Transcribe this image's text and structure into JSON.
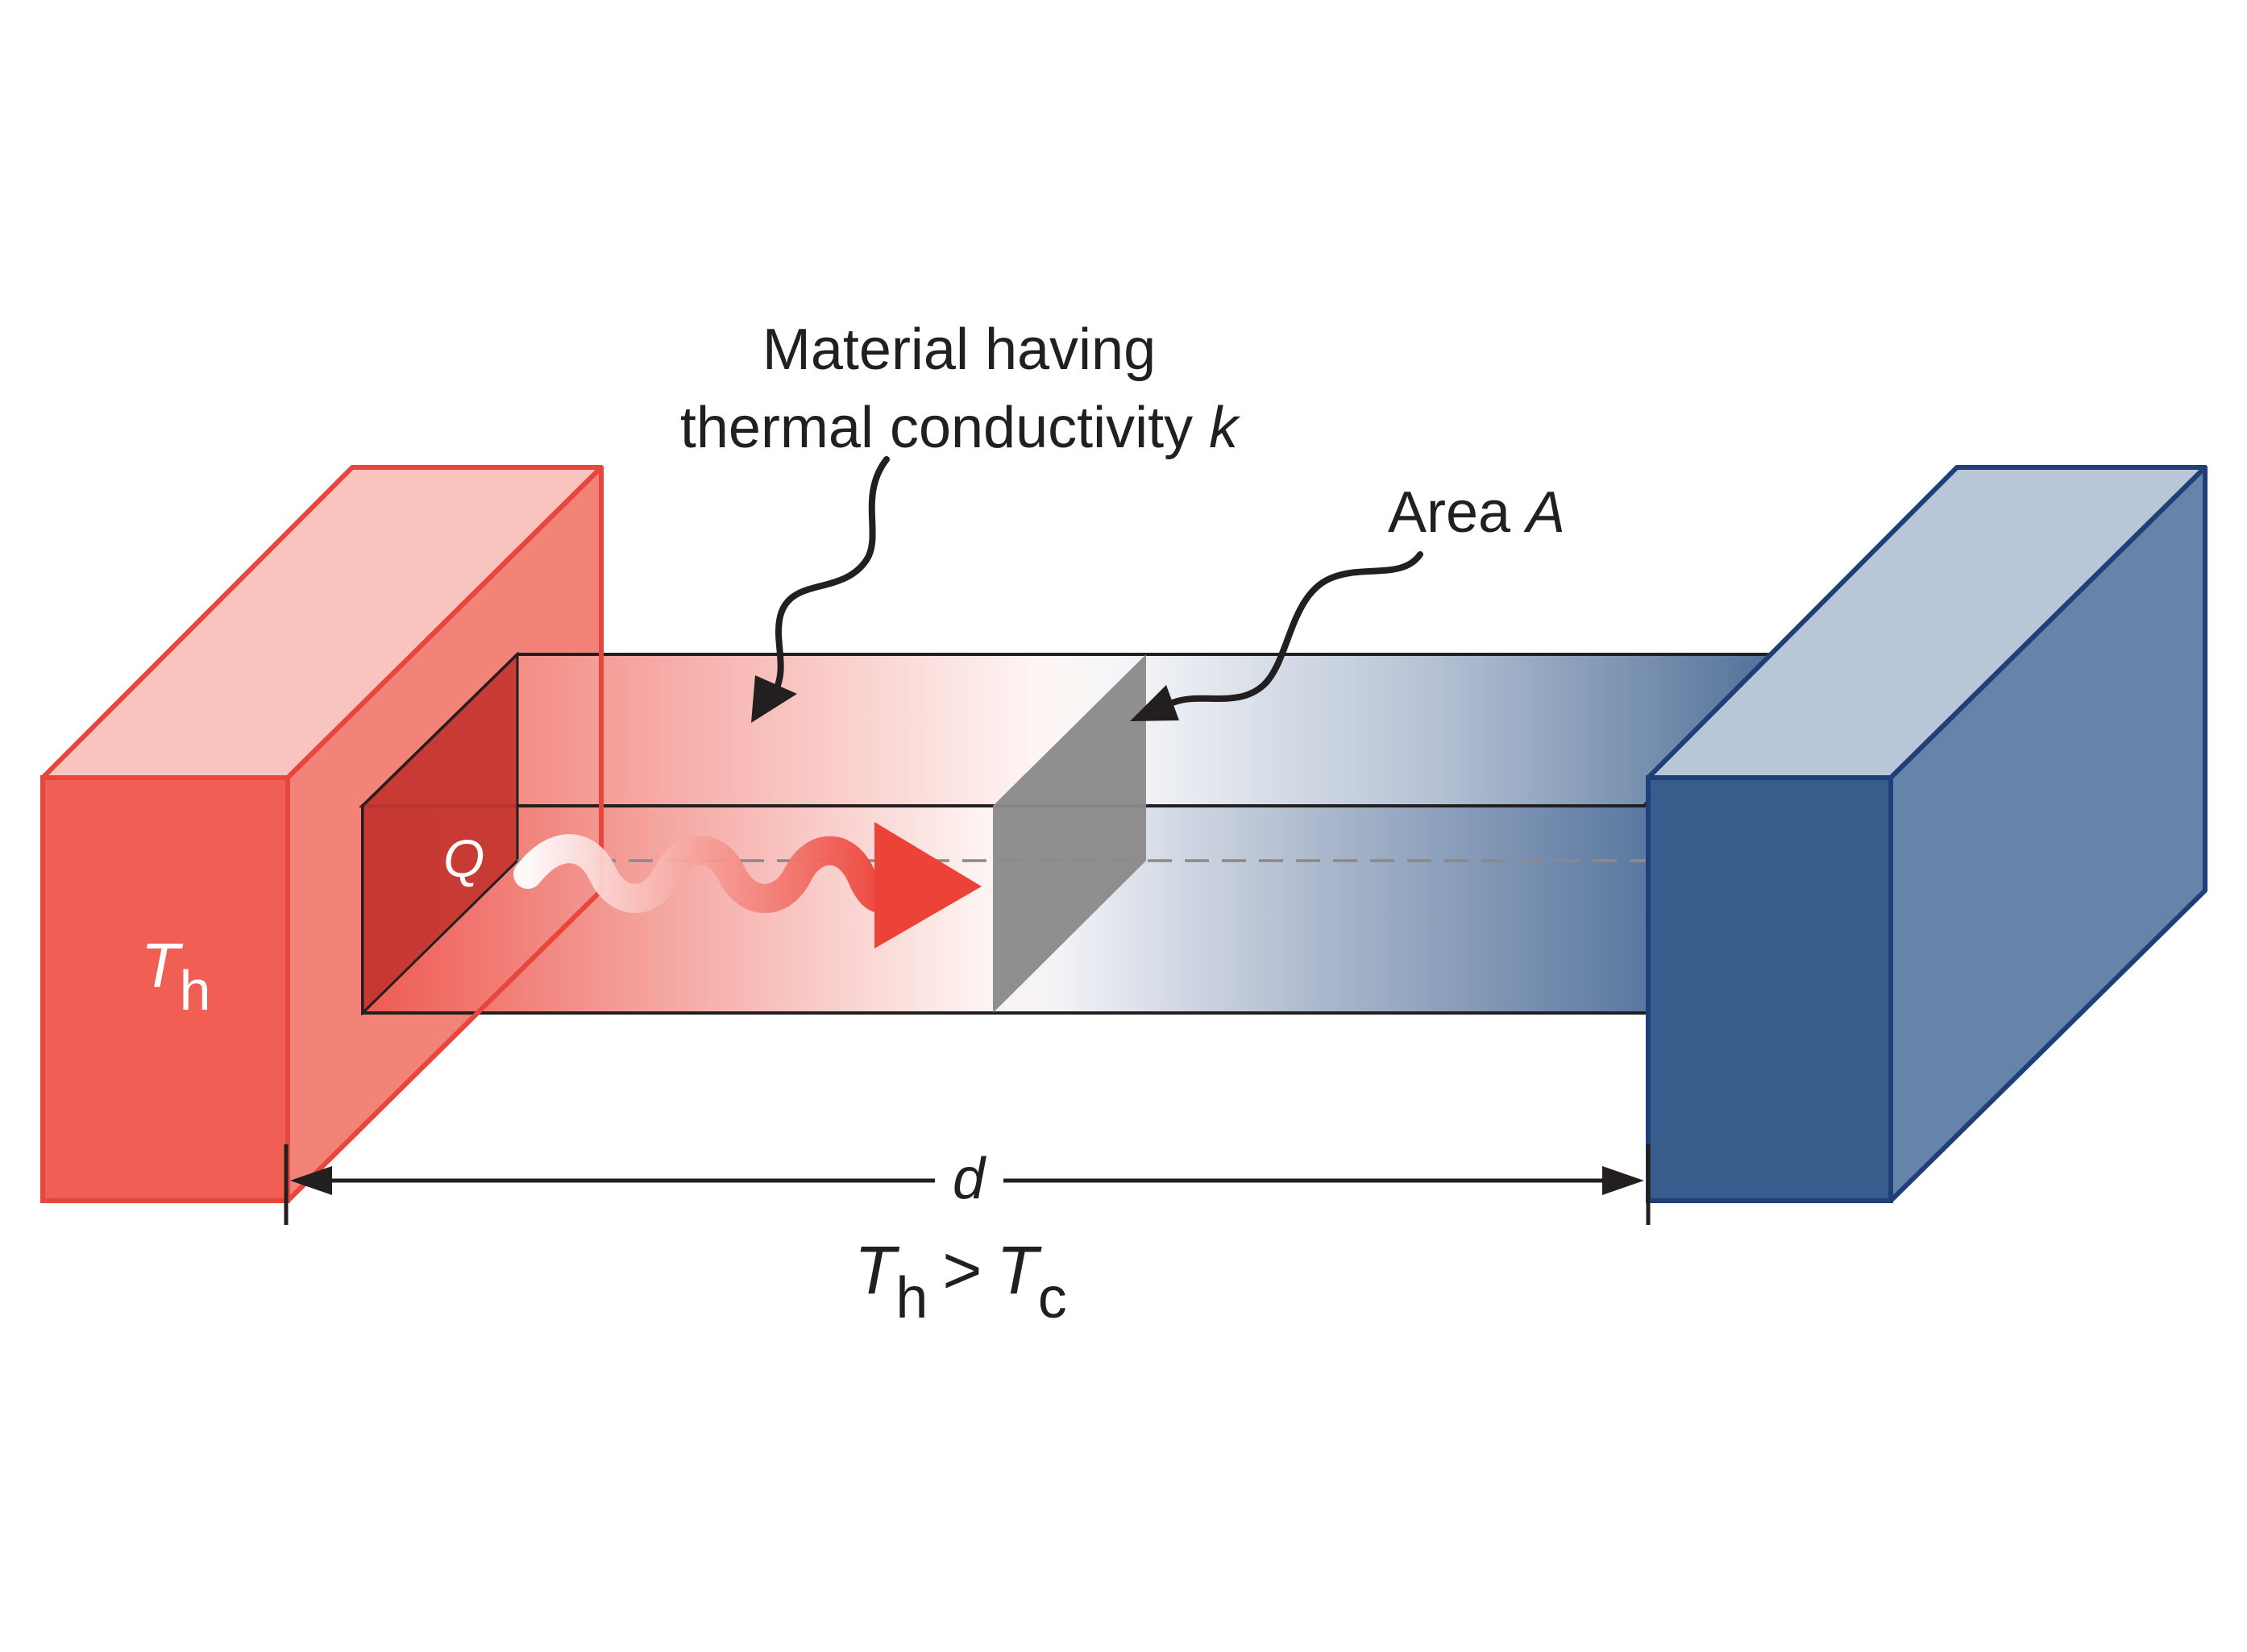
{
  "labels": {
    "material_line1": "Material having",
    "material_line2": "thermal conductivity ",
    "material_k": "k",
    "area_word": "Area ",
    "area_symbol": "A",
    "heat_symbol": "Q",
    "hot_T": "T",
    "hot_sub": "h",
    "distance_symbol": "d",
    "cond_T1": "T",
    "cond_sub1": "h",
    "cond_op": ">",
    "cond_T2": "T",
    "cond_sub2": "c"
  },
  "colors": {
    "hot_front": "#f15e54",
    "hot_side": "#f38278",
    "hot_top": "#f9c4c0",
    "hot_edge": "#e8453c",
    "cold_front": "#385c8c",
    "cold_side": "#6683aa",
    "cold_top": "#b8c6d8",
    "cold_edge": "#1f3f78",
    "area_plane": "#8a8a8a",
    "arrow_red": "#ec4237",
    "ink": "#231f20"
  }
}
